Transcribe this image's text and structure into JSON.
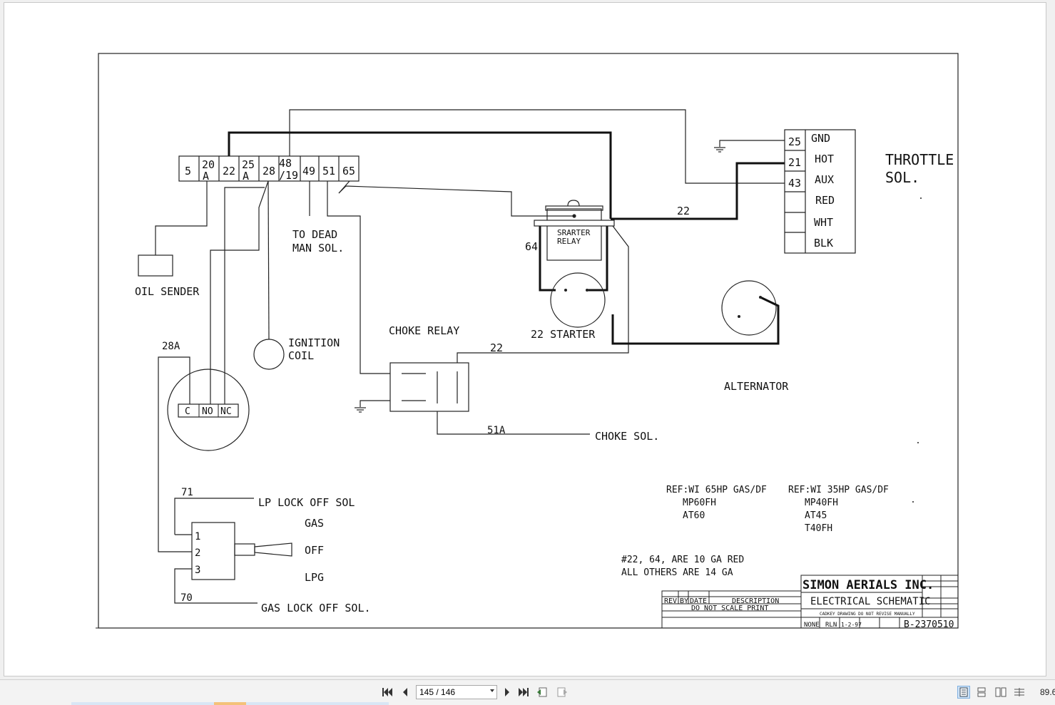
{
  "document": {
    "terminals": [
      "5",
      "20",
      "A",
      "22",
      "25",
      "A",
      "28",
      "48",
      "/19",
      "49",
      "51",
      "65"
    ],
    "labels": {
      "oil_sender": "OIL SENDER",
      "to_dead": "TO DEAD",
      "man_sol": "MAN SOL.",
      "ignition": "IGNITION",
      "coil": "COIL",
      "choke_relay": "CHOKE RELAY",
      "starter": "22 STARTER",
      "srarter": "SRARTER",
      "relay": "RELAY",
      "w64": "64",
      "w22_top": "22",
      "w22_choke": "22",
      "w28a": "28A",
      "sw_c": "C",
      "sw_no": "NO",
      "sw_nc": "NC",
      "w51a": "51A",
      "choke_sol": "CHOKE SOL.",
      "alternator": "ALTERNATOR",
      "w71": "71",
      "lp_lock": "LP LOCK OFF SOL",
      "gas": "GAS",
      "off": "OFF",
      "lpg": "LPG",
      "pos1": "1",
      "pos2": "2",
      "pos3": "3",
      "w70": "70",
      "gas_lock": "GAS LOCK OFF SOL."
    },
    "throttle": {
      "pins": [
        "25",
        "21",
        "43",
        "",
        "",
        ""
      ],
      "names": [
        "GND",
        "HOT",
        "AUX",
        "RED",
        "WHT",
        "BLK"
      ],
      "title1": "THROTTLE",
      "title2": "SOL."
    },
    "refs": {
      "ref1": [
        "REF:WI 65HP GAS/DF",
        "MP60FH",
        "AT60"
      ],
      "ref2": [
        "REF:WI 35HP GAS/DF",
        "MP40FH",
        "AT45",
        "T40FH"
      ],
      "note1": "#22, 64, ARE 10 GA RED",
      "note2": "ALL OTHERS ARE 14 GA"
    },
    "title_block": {
      "company": "SIMON AERIALS INC.",
      "title": "ELECTRICAL SCHEMATIC",
      "cad_note": "CADKEY DRAWING DO NOT REVISE MANUALLY",
      "rev": "REV",
      "by": "BY",
      "date": "DATE",
      "description": "DESCRIPTION",
      "do_not_scale": "DO NOT SCALE PRINT",
      "scale": "NONE",
      "drawn": "RLN",
      "drawn_date": "1-2-97",
      "dwg_no": "B-2370510"
    }
  },
  "toolbar": {
    "page_value": "145 / 146",
    "zoom": "89.6"
  },
  "icons": {
    "first": "first-page-icon",
    "prev": "previous-page-icon",
    "next": "next-page-icon",
    "last": "last-page-icon"
  }
}
